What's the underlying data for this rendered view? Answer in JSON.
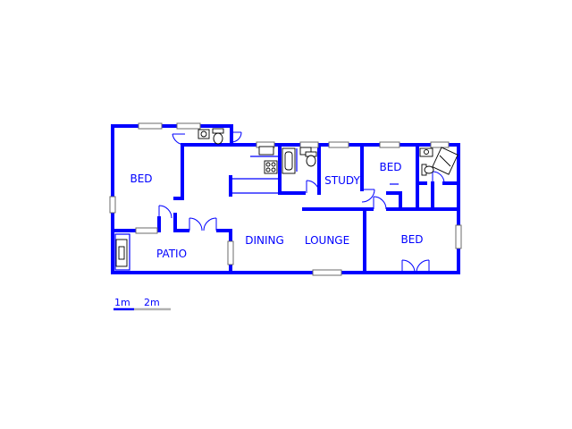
{
  "colors": {
    "wall": "#0000ff",
    "window": "#6b6b6b",
    "fixture": "#000000",
    "background": "#ffffff"
  },
  "rooms": {
    "bed_west": "BED",
    "patio": "PATIO",
    "dining": "DINING",
    "lounge": "LOUNGE",
    "study": "STUDY",
    "bed_middle": "BED",
    "bed_east": "BED"
  },
  "scale": {
    "label_1": "1m",
    "label_2": "2m"
  }
}
